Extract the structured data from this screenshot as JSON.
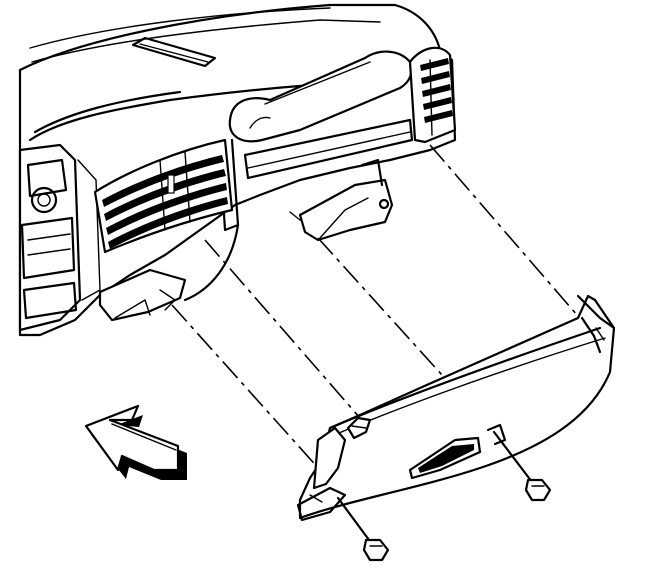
{
  "diagram": {
    "kind": "exploded-assembly-view",
    "parts": [
      {
        "id": "instrument-panel",
        "icon": "dashboard-icon"
      },
      {
        "id": "left-air-vent",
        "icon": "vent-icon"
      },
      {
        "id": "right-air-vent",
        "icon": "vent-icon"
      },
      {
        "id": "glove-box",
        "icon": "glove-box-icon"
      },
      {
        "id": "glove-box-latch",
        "icon": "latch-icon"
      },
      {
        "id": "bolt-left",
        "icon": "bolt-icon"
      },
      {
        "id": "bolt-right",
        "icon": "bolt-icon"
      }
    ],
    "direction_arrow": {
      "icon": "arrow-forward-icon",
      "meaning": "vehicle-front"
    },
    "colors": {
      "line": "#000000",
      "background": "#ffffff"
    }
  }
}
